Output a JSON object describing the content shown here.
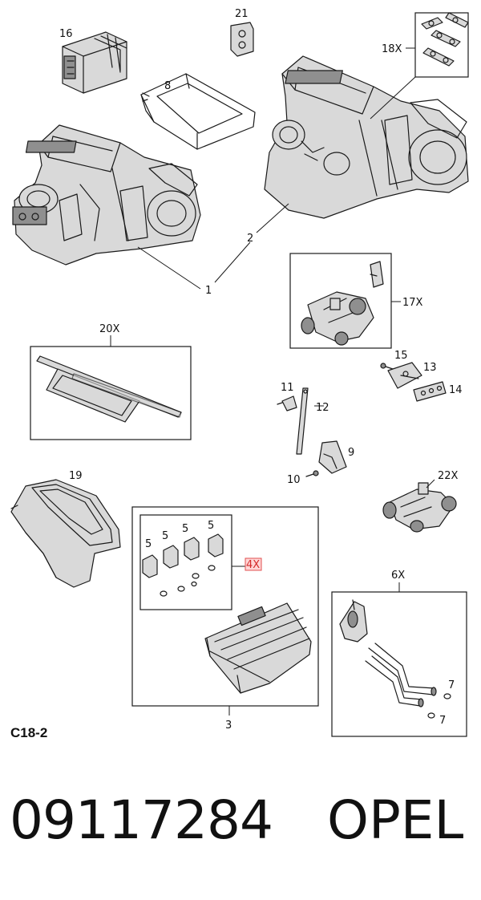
{
  "callouts": {
    "c1": "1",
    "c2": "2",
    "c3": "3",
    "c5a": "5",
    "c5b": "5",
    "c5c": "5",
    "c5d": "5",
    "c4x": "4X",
    "c6x": "6X",
    "c7a": "7",
    "c7b": "7",
    "c8": "8",
    "c9": "9",
    "c10": "10",
    "c11": "11",
    "c12": "12",
    "c13": "13",
    "c14": "14",
    "c15": "15",
    "c16": "16",
    "c17x": "17X",
    "c18x": "18X",
    "c19": "19",
    "c20x": "20X",
    "c21": "21",
    "c22x": "22X"
  },
  "section_code": "C18-2",
  "part_number": "09117284",
  "brand": "OPEL",
  "highlight_color": "#e05050"
}
